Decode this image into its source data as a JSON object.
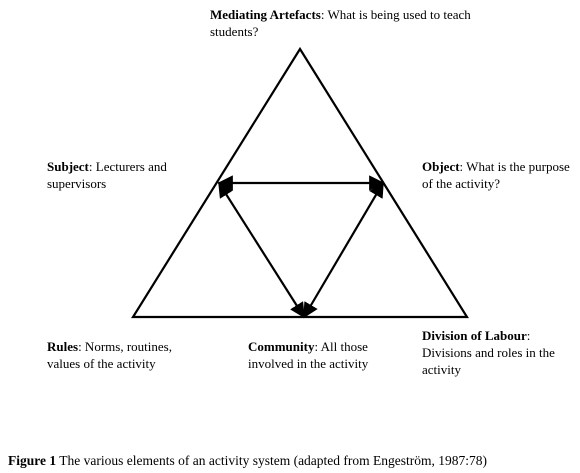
{
  "labels": {
    "mediating": {
      "title": "Mediating Artefacts",
      "text": ": What is being used to teach students?"
    },
    "subject": {
      "title": "Subject",
      "text": ": Lecturers and supervisors"
    },
    "object": {
      "title": "Object",
      "text": ": What is the purpose of the activity?"
    },
    "rules": {
      "title": "Rules",
      "text": ": Norms, routines, values of the activity"
    },
    "community": {
      "title": "Community",
      "text": ": All those involved in the activity"
    },
    "division": {
      "title": "Division of Labour",
      "text": ": Divisions and roles in the activity"
    }
  },
  "caption": {
    "prefix": "Figure 1",
    "text": " The various elements of an activity system (adapted from Engeström, 1987:78)"
  }
}
